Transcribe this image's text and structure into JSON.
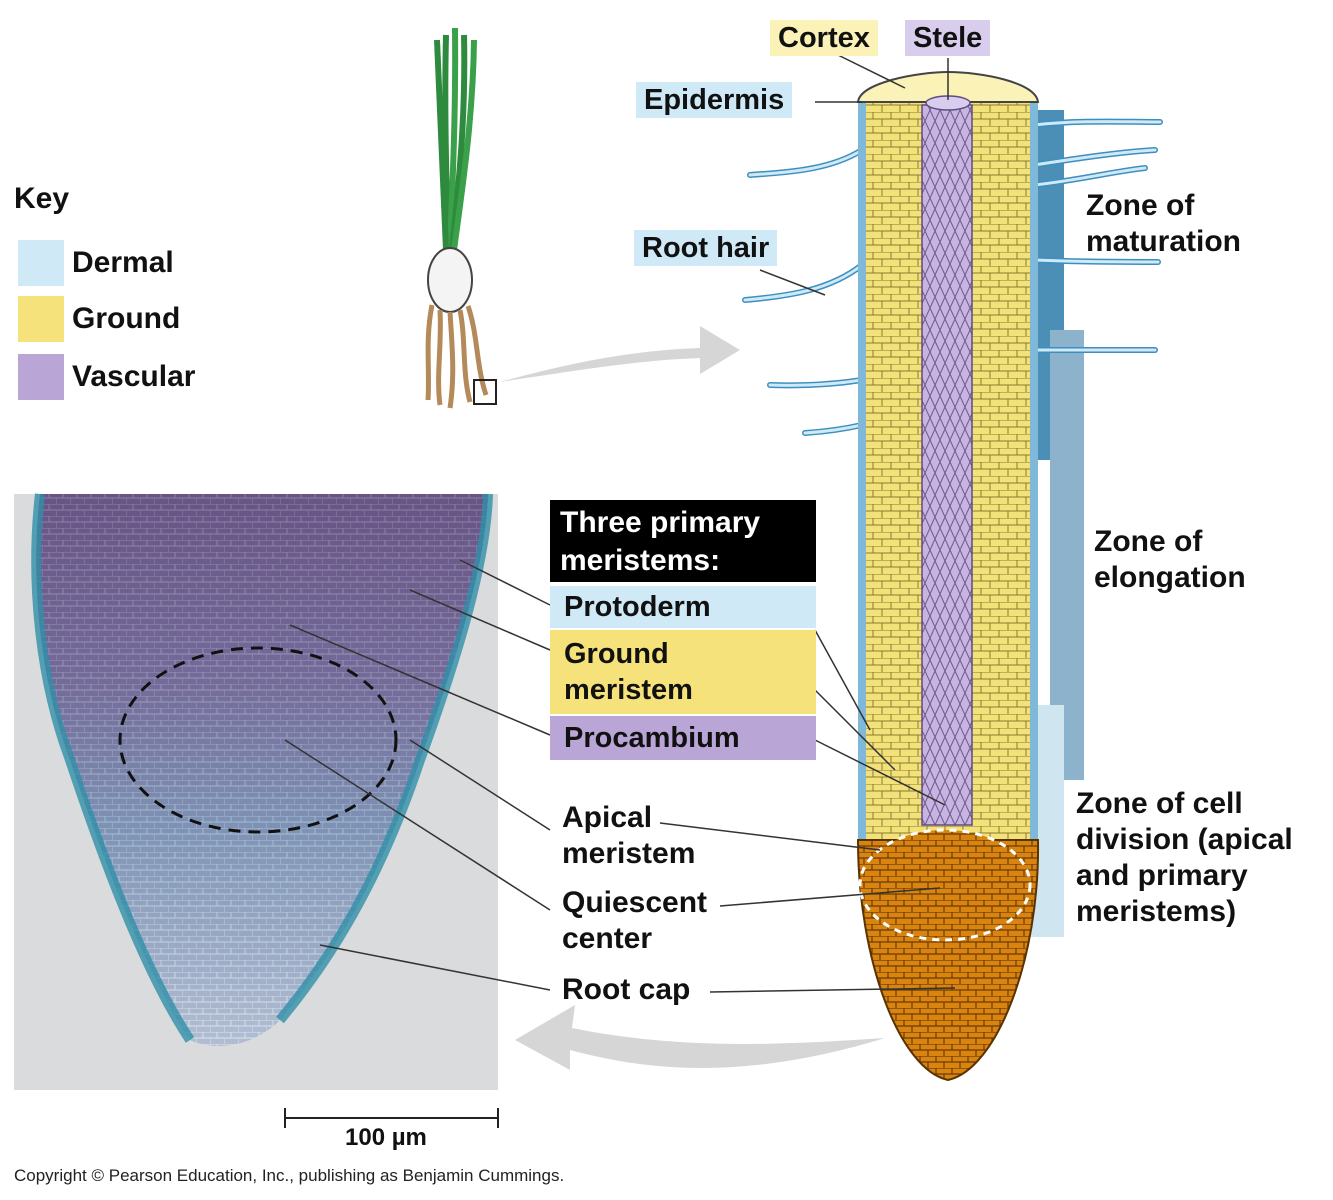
{
  "key": {
    "title": "Key",
    "items": [
      {
        "label": "Dermal",
        "color": "#cfe9f7"
      },
      {
        "label": "Ground",
        "color": "#f6e27a"
      },
      {
        "label": "Vascular",
        "color": "#b9a6d6"
      }
    ]
  },
  "root_labels": {
    "cortex": "Cortex",
    "stele": "Stele",
    "epidermis": "Epidermis",
    "root_hair": "Root hair"
  },
  "zones": {
    "maturation": [
      "Zone of",
      "maturation"
    ],
    "elongation": [
      "Zone of",
      "elongation"
    ],
    "division": [
      "Zone of cell",
      "division (apical",
      "and primary",
      "meristems)"
    ]
  },
  "meristems": {
    "heading": [
      "Three primary",
      "meristems:"
    ],
    "protoderm": "Protoderm",
    "ground": [
      "Ground",
      "meristem"
    ],
    "procambium": "Procambium"
  },
  "tip_labels": {
    "apical": [
      "Apical",
      "meristem"
    ],
    "quiescent": [
      "Quiescent",
      "center"
    ],
    "root_cap": "Root cap"
  },
  "scale_bar": "100 µm",
  "copyright": "Copyright © Pearson Education, Inc., publishing as Benjamin Cummings.",
  "colors": {
    "dermal": "#cfe9f7",
    "ground": "#f6e27a",
    "vascular": "#b9a6d6",
    "root_cap": "#d8840f",
    "root_hair": "#6bb3d8",
    "zone_bar": "#4b8fb7"
  }
}
